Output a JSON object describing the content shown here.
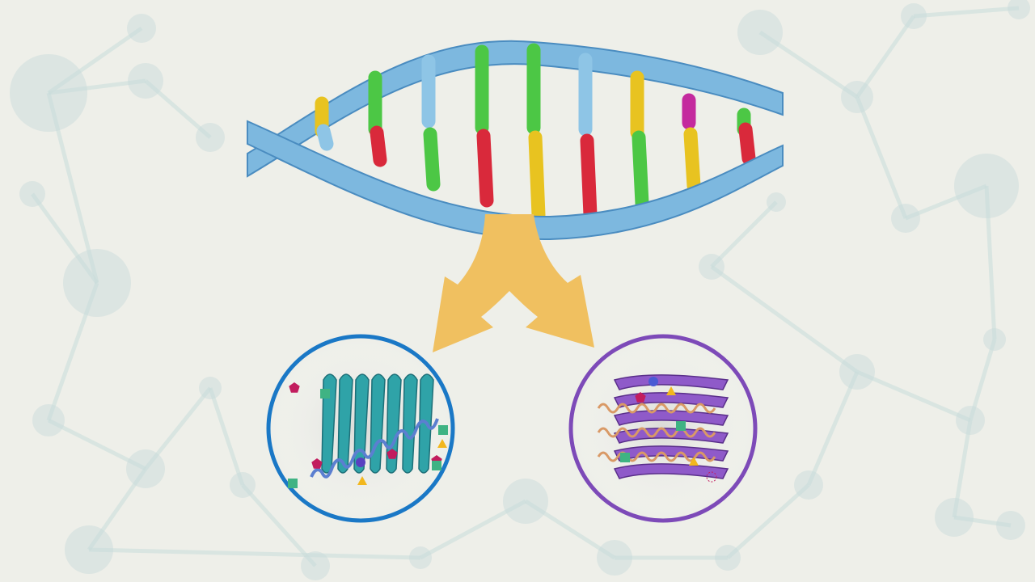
{
  "colors": {
    "background": "#eeefe9",
    "network": "#c9dcdb",
    "dna_backbone": "#7db8df",
    "dna_backbone_outline": "#4a8cc0",
    "base_yellow": "#e8c320",
    "base_green": "#4cc745",
    "base_blue": "#8ec5e6",
    "base_red": "#d9293b",
    "base_magenta": "#c42a9e",
    "arrow": "#f0c060",
    "protein_left_ring": "#1a78c6",
    "protein_left_ribbon": "#2fa3a8",
    "protein_right_ring": "#7d4ab8",
    "protein_right_ribbon": "#8f5ac9",
    "protein_right_helix": "#d99966"
  },
  "icons": [
    "dna-double-helix-icon",
    "split-arrow-icon",
    "protein-beta-sheet-icon",
    "protein-folded-structure-icon"
  ],
  "base_pairs": [
    {
      "top": "base_yellow",
      "bottom": "base_blue"
    },
    {
      "top": "base_green",
      "bottom": "base_red"
    },
    {
      "top": "base_blue",
      "bottom": "base_green"
    },
    {
      "top": "base_green",
      "bottom": "base_red"
    },
    {
      "top": "base_green",
      "bottom": "base_yellow"
    },
    {
      "top": "base_blue",
      "bottom": "base_red"
    },
    {
      "top": "base_yellow",
      "bottom": "base_green"
    },
    {
      "top": "base_magenta",
      "bottom": "base_yellow"
    },
    {
      "top": "base_green",
      "bottom": "base_red"
    }
  ]
}
